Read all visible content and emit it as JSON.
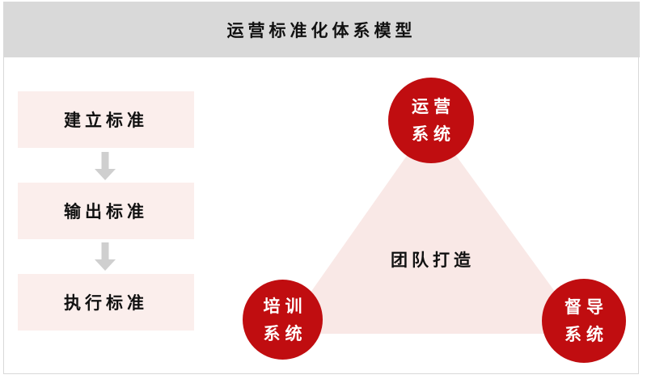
{
  "header": {
    "title": "运营标准化体系模型"
  },
  "process": {
    "steps": [
      {
        "label": "建立标准"
      },
      {
        "label": "输出标准"
      },
      {
        "label": "执行标准"
      }
    ]
  },
  "triangle": {
    "center_label": "团队打造",
    "nodes": [
      {
        "position": "top",
        "line1": "运营",
        "line2": "系统"
      },
      {
        "position": "bottom-left",
        "line1": "培训",
        "line2": "系统"
      },
      {
        "position": "bottom-right",
        "line1": "督导",
        "line2": "系统"
      }
    ]
  },
  "colors": {
    "red": "#c00d10",
    "pink_box": "#fbeeec",
    "pink_tri": "#f9e8e6",
    "header_bg": "#d9d9d9",
    "arrow": "#cfcfcf",
    "border": "#d9d9d9",
    "text": "#111111"
  }
}
